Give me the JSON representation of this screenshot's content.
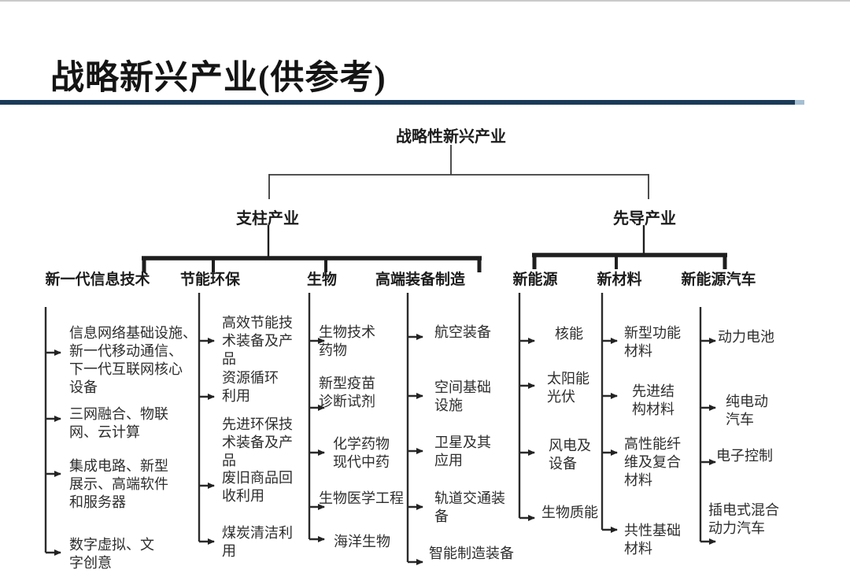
{
  "slide": {
    "title": "战略新兴产业(供参考)"
  },
  "tree": {
    "root": "战略性新兴产业",
    "branches": {
      "pillar": "支柱产业",
      "leading": "先导产业"
    },
    "columns": [
      {
        "label": "新一代信息技术",
        "items": [
          "信息网络基础设施、\n新一代移动通信、\n下一代互联网核心\n设备",
          "三网融合、物联\n网、云计算",
          "集成电路、新型\n展示、高端软件\n和服务器",
          "数字虚拟、文\n字创意"
        ]
      },
      {
        "label": "节能环保",
        "items": [
          "高效节能技\n术装备及产\n品",
          "资源循环\n利用",
          "先进环保技\n术装备及产\n品",
          "废旧商品回\n收利用",
          "煤炭清洁利\n用"
        ]
      },
      {
        "label": "生物",
        "items": [
          "生物技术\n药物",
          "新型疫苗\n诊断试剂",
          "化学药物\n现代中药",
          "生物医学工程",
          "海洋生物"
        ]
      },
      {
        "label": "高端装备制造",
        "items": [
          "航空装备",
          "空间基础\n设施",
          "卫星及其\n应用",
          "轨道交通装\n备",
          "智能制造装备"
        ]
      },
      {
        "label": "新能源",
        "items": [
          "核能",
          "太阳能\n光伏",
          "风电及\n设备",
          "生物质能"
        ]
      },
      {
        "label": "新材料",
        "items": [
          "新型功能\n材料",
          "先进结\n构材料",
          "高性能纤\n维及复合\n材料",
          "共性基础\n材料"
        ]
      },
      {
        "label": "新能源汽车",
        "items": [
          "动力电池",
          "纯电动\n汽车",
          "电子控制",
          "插电式混合\n动力汽车"
        ]
      }
    ]
  },
  "colors": {
    "accent_rule": "#1b3a57",
    "rule_cap": "#a5bed2",
    "line": "#2b2b2b"
  }
}
